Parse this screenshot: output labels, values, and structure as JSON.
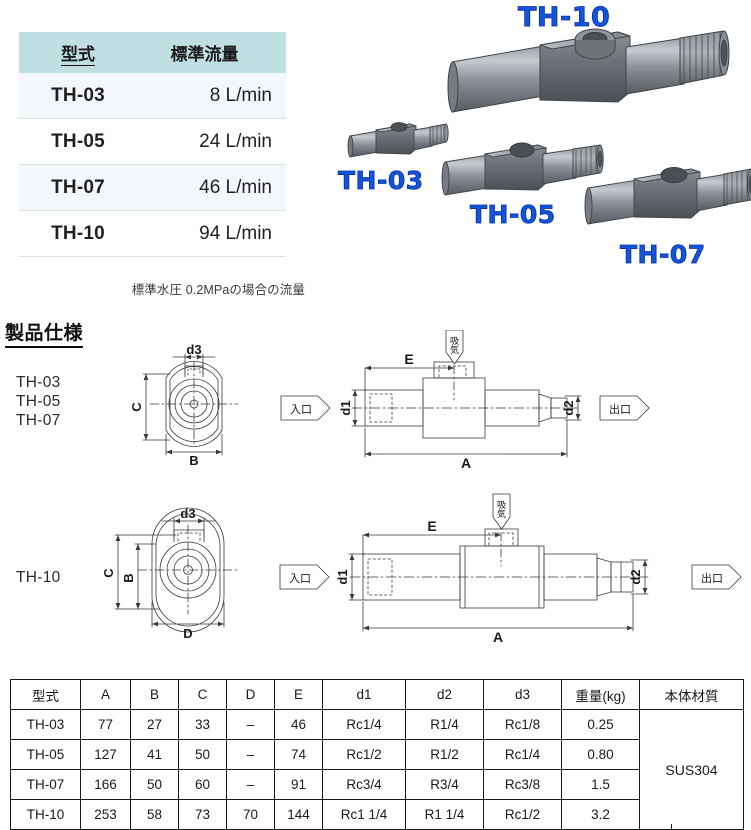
{
  "flow_table": {
    "headers": [
      "型式",
      "標準流量"
    ],
    "rows": [
      {
        "model": "TH-03",
        "flow": "8 L/min"
      },
      {
        "model": "TH-05",
        "flow": "24 L/min"
      },
      {
        "model": "TH-07",
        "flow": "46 L/min"
      },
      {
        "model": "TH-10",
        "flow": "94 L/min"
      }
    ],
    "note": "標準水圧 0.2MPaの場合の流量",
    "header_bg": "#bfdfe2",
    "alt_row_bg": "#f2f7fa"
  },
  "photos": {
    "labels": [
      {
        "text": "TH-10"
      },
      {
        "text": "TH-03"
      },
      {
        "text": "TH-05"
      },
      {
        "text": "TH-07"
      }
    ],
    "label_color": "#1155dd"
  },
  "spec_section": {
    "heading": "製品仕様",
    "group_upper_models": "TH-03\nTH-05\nTH-07",
    "group_lower_models": "TH-10"
  },
  "drawing_labels": {
    "inlet": "入口",
    "outlet": "出口",
    "suction": "吸気",
    "dim_A": "A",
    "dim_B": "B",
    "dim_C": "C",
    "dim_D": "D",
    "dim_E": "E",
    "dim_d1": "d1",
    "dim_d2": "d2",
    "dim_d3": "d3"
  },
  "spec_table": {
    "headers": [
      "型式",
      "A",
      "B",
      "C",
      "D",
      "E",
      "d1",
      "d2",
      "d3",
      "重量(kg)",
      "本体材質"
    ],
    "rows": [
      {
        "model": "TH-03",
        "A": "77",
        "B": "27",
        "C": "33",
        "D": "–",
        "E": "46",
        "d1": "Rc1/4",
        "d2": "R1/4",
        "d3": "Rc1/8",
        "weight": "0.25"
      },
      {
        "model": "TH-05",
        "A": "127",
        "B": "41",
        "C": "50",
        "D": "–",
        "E": "74",
        "d1": "Rc1/2",
        "d2": "R1/2",
        "d3": "Rc1/4",
        "weight": "0.80"
      },
      {
        "model": "TH-07",
        "A": "166",
        "B": "50",
        "C": "60",
        "D": "–",
        "E": "91",
        "d1": "Rc3/4",
        "d2": "R3/4",
        "d3": "Rc3/8",
        "weight": "1.5"
      },
      {
        "model": "TH-10",
        "A": "253",
        "B": "58",
        "C": "73",
        "D": "70",
        "E": "144",
        "d1": "Rc1 1/4",
        "d2": "R1 1/4",
        "d3": "Rc1/2",
        "weight": "3.2"
      }
    ],
    "material": "SUS304"
  }
}
